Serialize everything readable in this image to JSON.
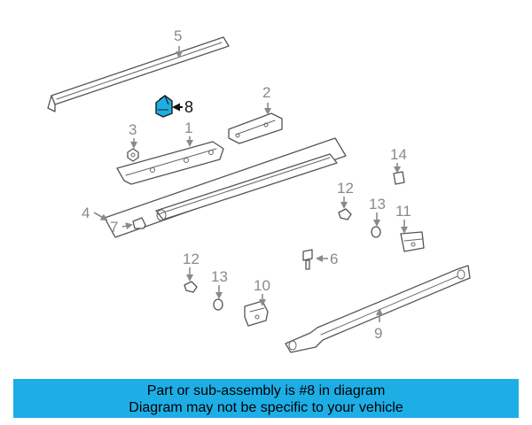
{
  "diagram": {
    "callouts": [
      "5",
      "8",
      "2",
      "3",
      "1",
      "14",
      "4",
      "7",
      "12",
      "13",
      "11",
      "6",
      "12",
      "13",
      "10",
      "9"
    ],
    "highlighted_part": "8",
    "highlight_color": "#1eaee6",
    "line_color": "#555555"
  },
  "banner": {
    "line1": "Part or sub-assembly is #8 in diagram",
    "line2": "Diagram may not be specific to your vehicle",
    "background": "#1eaee6"
  }
}
